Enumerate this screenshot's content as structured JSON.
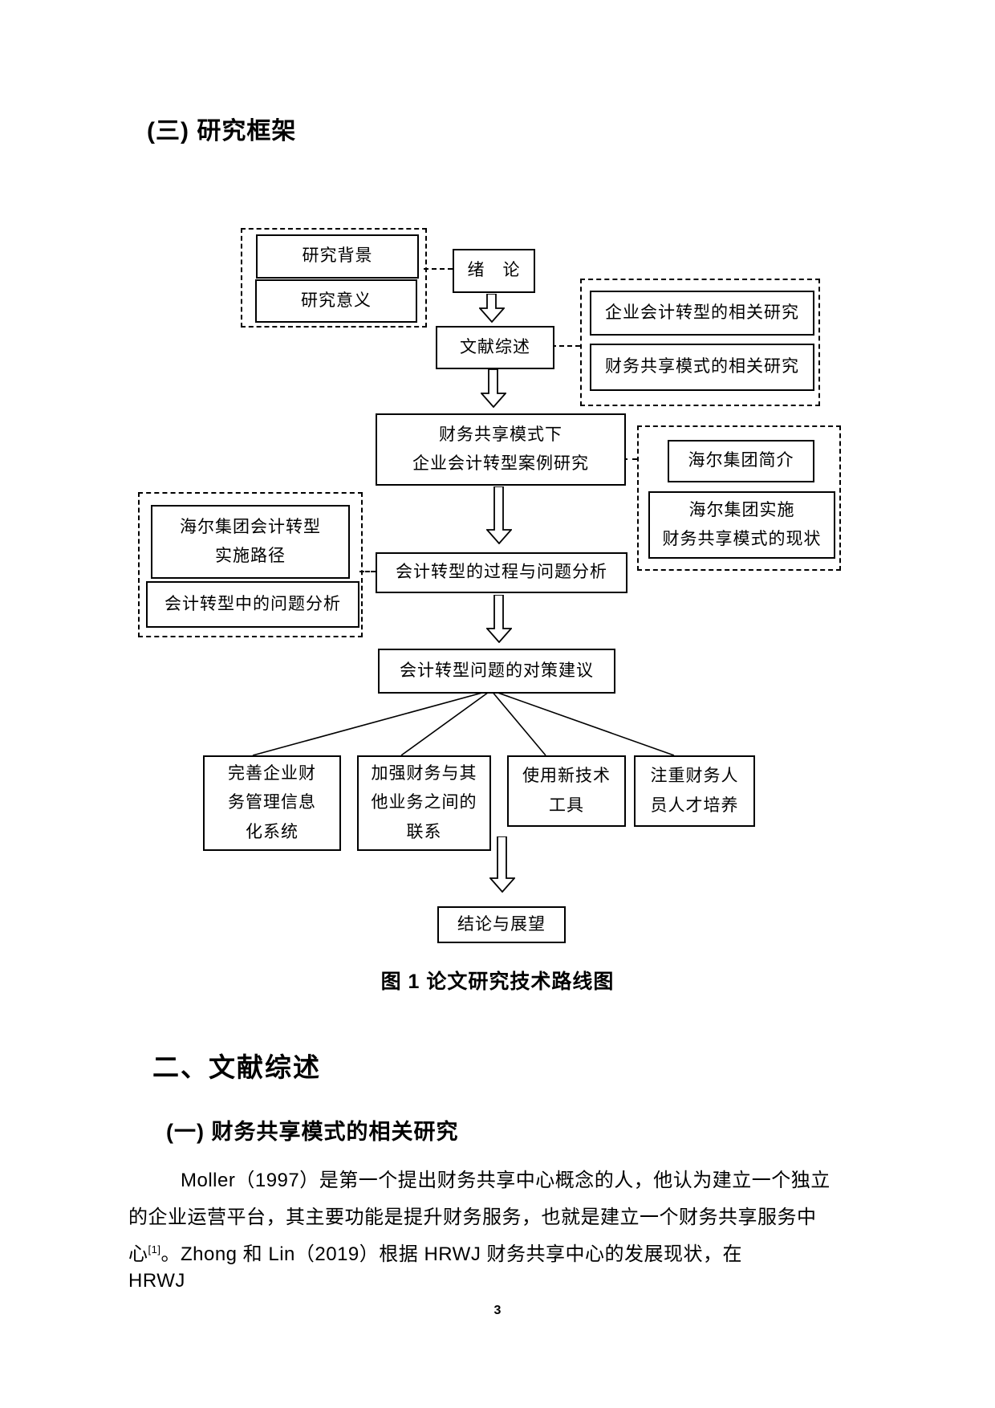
{
  "page": {
    "number": "3",
    "background": "#ffffff",
    "text_color": "#000000",
    "line_color": "#000000"
  },
  "headings": {
    "h1": "(三) 研究框架",
    "h2": "二、文献综述",
    "h3": "(一) 财务共享模式的相关研究"
  },
  "figure": {
    "caption": "图 1 论文研究技术路线图",
    "nodes": {
      "yanjiu_beijing": "研究背景",
      "yanjiu_yiyi": "研究意义",
      "xulun": "绪　论",
      "wenxian_zongshu": "文献综述",
      "qiye_zhuanxing_yanjiu": "企业会计转型的相关研究",
      "caiwu_gongxiang_yanjiu": "财务共享模式的相关研究",
      "anli_yanjiu": "财务共享模式下\n企业会计转型案例研究",
      "haier_jianjie": "海尔集团简介",
      "haier_xianzhuang": "海尔集团实施\n财务共享模式的现状",
      "shishi_lujing": "海尔集团会计转型\n实施路径",
      "wenti_fenxi": "会计转型中的问题分析",
      "guocheng_fenxi": "会计转型的过程与问题分析",
      "duice_jianyi": "会计转型问题的对策建议",
      "wanshan_xitong": "完善企业财\n务管理信息\n化系统",
      "jiaqiang_lianxi": "加强财务与其\n他业务之间的\n联系",
      "xin_jishu": "使用新技术\n工具",
      "rencai_peiyang": "注重财务人\n员人才培养",
      "jielun_zhanwang": "结论与展望"
    }
  },
  "paragraph": {
    "line1": "Moller（1997）是第一个提出财务共享中心概念的人，他认为建立一个独立",
    "line2": "的企业运营平台，其主要功能是提升财务服务，也就是建立一个财务共享服务中",
    "line3_pre": "心",
    "line3_sup": "[1]",
    "line3_post": "。Zhong 和 Lin（2019）根据 HRWJ 财务共享中心的发展现状，在",
    "line4": "HRWJ"
  }
}
